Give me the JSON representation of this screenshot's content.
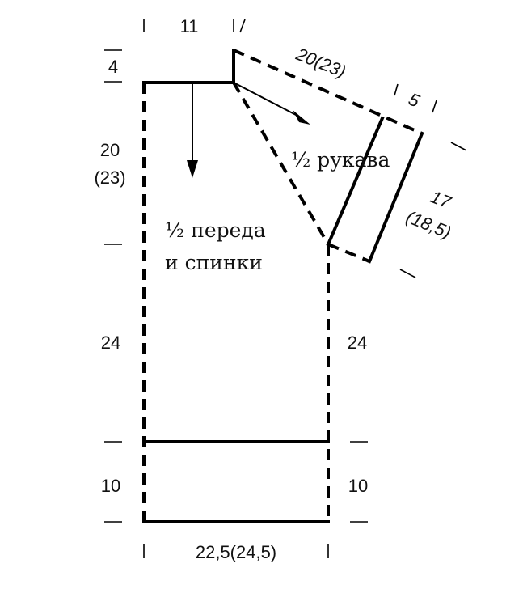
{
  "labels": {
    "half_sleeve": "½ рукава",
    "half_front_back_line1": "½ переда",
    "half_front_back_line2": "и спинки"
  },
  "dimensions": {
    "shoulder_width": "11",
    "neck_drop": "4",
    "armhole_height_line1": "20",
    "armhole_height_line2": "(23)",
    "side_length_left": "24",
    "side_length_right": "24",
    "rib_left": "10",
    "rib_right": "10",
    "body_width": "22,5(24,5)",
    "sleeve_top_edge": "20(23)",
    "sleeve_cuff_offset": "5",
    "sleeve_width_line1": "17",
    "sleeve_width_line2": "(18,5)"
  }
}
